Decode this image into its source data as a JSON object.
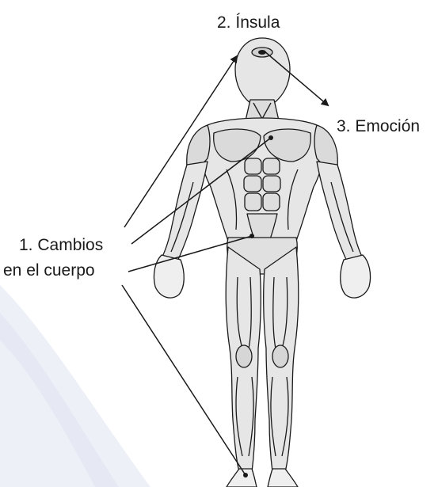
{
  "labels": {
    "insula": {
      "number": "2.",
      "text": "Ínsula"
    },
    "emocion": {
      "number": "3.",
      "text": "Emoción"
    },
    "cambios": {
      "number": "1.",
      "line1": "Cambios",
      "line2": "en el cuerpo"
    }
  },
  "colors": {
    "background_swoosh": "#eef0f8",
    "ink": "#1a1a1a",
    "muscle_fill": "#e4e4e4",
    "muscle_shadow": "#b9b9b9"
  }
}
